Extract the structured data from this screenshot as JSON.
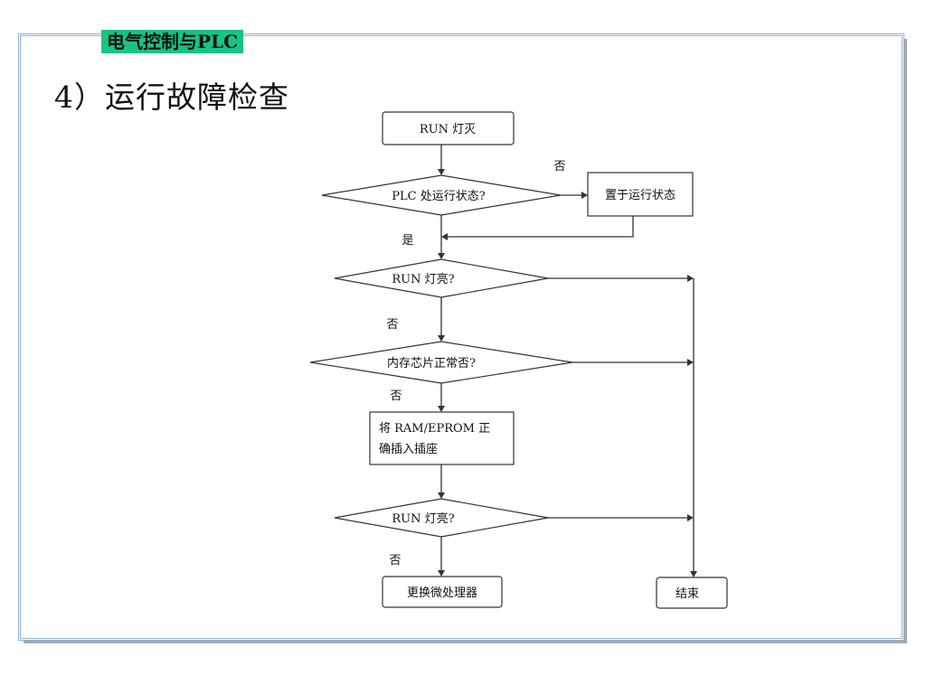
{
  "header": {
    "label": "电气控制与PLC"
  },
  "section": {
    "title": "4）运行故障检查"
  },
  "flow": {
    "start": "RUN 灯灭",
    "decision_plc_state": "PLC 处运行状态?",
    "no_label_1": "否",
    "action_set_run": "置于运行状态",
    "yes_label": "是",
    "decision_run_lit_1": "RUN 灯亮?",
    "no_label_2": "否",
    "decision_memory": "内存芯片正常否?",
    "no_label_3": "否",
    "action_insert_line1": "将 RAM/EPROM 正",
    "action_insert_line2": "确插入插座",
    "decision_run_lit_2": "RUN 灯亮?",
    "no_label_4": "否",
    "action_replace_cpu": "更换微处理器",
    "end": "结束"
  }
}
